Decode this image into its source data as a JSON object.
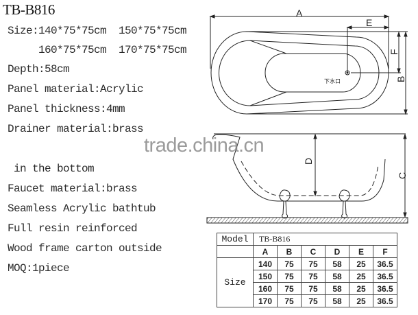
{
  "title": "TB-B816",
  "specs": {
    "size_line1": "Size:140*75*75cm  150*75*75cm",
    "size_line2": "     160*75*75cm  170*75*75cm",
    "depth": "Depth:58cm",
    "panel_material": "Panel material:Acrylic",
    "panel_thickness": "Panel thickness:4mm",
    "drainer_material": "Drainer material:brass",
    "drainer_note": " in the bottom",
    "faucet_material": "Faucet material:brass",
    "seamless": "Seamless Acrylic bathtub",
    "resin": "Full resin reinforced",
    "packing": "Wood frame carton outside",
    "moq": "MOQ:1piece"
  },
  "watermark": "trade.china.cn",
  "drawing": {
    "top_view": {
      "labels": {
        "A": "A",
        "B": "B",
        "E": "E",
        "F": "F"
      },
      "drain_label": "下水口"
    },
    "side_view": {
      "labels": {
        "C": "C",
        "D": "D"
      }
    }
  },
  "table": {
    "model_label": "Model",
    "model_value": "TB-B816",
    "columns": [
      "A",
      "B",
      "C",
      "D",
      "E",
      "F"
    ],
    "size_label": "Size",
    "rows": [
      [
        "140",
        "75",
        "75",
        "58",
        "25",
        "36.5"
      ],
      [
        "150",
        "75",
        "75",
        "58",
        "25",
        "36.5"
      ],
      [
        "160",
        "75",
        "75",
        "58",
        "25",
        "36.5"
      ],
      [
        "170",
        "75",
        "75",
        "58",
        "25",
        "36.5"
      ]
    ]
  }
}
